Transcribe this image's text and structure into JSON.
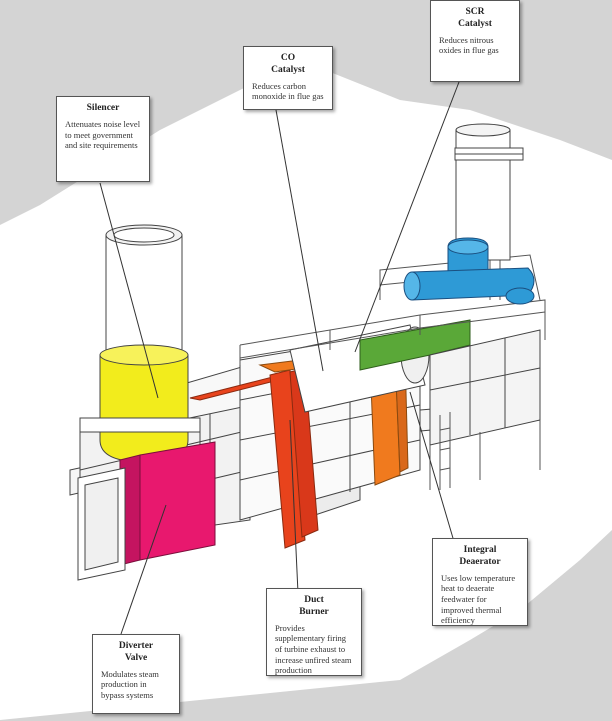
{
  "diagram": {
    "callouts": [
      {
        "id": "silencer",
        "title": [
          "Silencer"
        ],
        "description": "Attenuates noise level to meet government and site requirements",
        "color": "#f2ec1c"
      },
      {
        "id": "co-catalyst",
        "title": [
          "CO",
          "Catalyst"
        ],
        "description": "Reduces carbon monoxide in flue gas",
        "color": "#f07a1e"
      },
      {
        "id": "scr-catalyst",
        "title": [
          "SCR",
          "Catalyst"
        ],
        "description": "Reduces nitrous oxides in flue gas",
        "color": "#5aa838"
      },
      {
        "id": "integral-deaerator",
        "title": [
          "Integral",
          "Deaerator"
        ],
        "description": "Uses low temperature heat to deaerate feedwater for improved thermal efficiency",
        "color": "#2e9ad6"
      },
      {
        "id": "duct-burner",
        "title": [
          "Duct",
          "Burner"
        ],
        "description": "Provides supplementary firing of turbine exhaust to increase unfired steam production",
        "color": "#e8431c"
      },
      {
        "id": "diverter-valve",
        "title": [
          "Diverter",
          "Valve"
        ],
        "description": "Modulates steam production in bypass systems",
        "color": "#e8186e"
      }
    ]
  }
}
